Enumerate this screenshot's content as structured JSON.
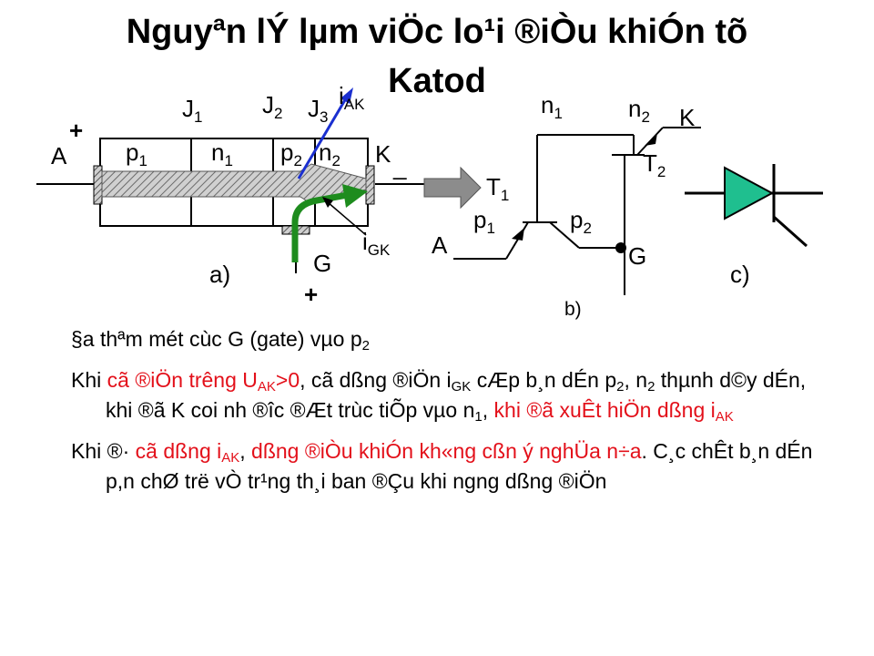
{
  "title": {
    "line1": "Nguyªn lÝ lµm viÖc lo¹i ®iÒu khiÓn tõ",
    "line2": "Katod"
  },
  "diagram_a": {
    "plus_top": "+",
    "A": "A",
    "K": "K",
    "minus": "_",
    "J1": "J",
    "J1_sub": "1",
    "J2": "J",
    "J2_sub": "2",
    "J3": "J",
    "J3_sub": "3",
    "iAK": "i",
    "iAK_sub": "AK",
    "p1": "p",
    "p1_sub": "1",
    "n1": "n",
    "n1_sub": "1",
    "p2": "p",
    "p2_sub": "2",
    "n2": "n",
    "n2_sub": "2",
    "iGK": "i",
    "iGK_sub": "GK",
    "G": "G",
    "plus_bottom": "+",
    "caption": "a)"
  },
  "diagram_b": {
    "n1": "n",
    "n1_sub": "1",
    "n2": "n",
    "n2_sub": "2",
    "K": "K",
    "T1": "T",
    "T1_sub": "1",
    "T2": "T",
    "T2_sub": "2",
    "p1": "p",
    "p1_sub": "1",
    "p2": "p",
    "p2_sub": "2",
    "A": "A",
    "G": "G",
    "caption": "b)"
  },
  "diagram_c": {
    "caption": "c)"
  },
  "colors": {
    "thyristor_green": "#1fbf8f",
    "arrow_green": "#1e8c1e",
    "arrow_blue": "#1a2fd0",
    "highlight_red": "#e3101a",
    "hatch_gray": "#9a9a9a",
    "block_arrow_gray": "#8c8c8c"
  },
  "text": {
    "p1": {
      "a": "§a thªm mét cùc G (gate) vµo p",
      "a_sub": "2"
    },
    "p2": {
      "s1": "Khi ",
      "s2": "cã ®iÖn trêng U",
      "s2_sub": "AK",
      "s3": ">0",
      "s4": ", cã dßng ®iÖn i",
      "s4_sub": "GK",
      "s5": " cÆp b¸n dÉn p",
      "s5_sub": "2",
      "s6": ", n",
      "s6_sub": "2",
      "s7": " thµnh d©y dÉn, khi ®ã K coi nh ®îc ®Æt trùc tiÕp vµo n",
      "s7_sub": "1",
      "s8": ", ",
      "s9": "khi ®ã xuÊt hiÖn dßng i",
      "s9_sub": "AK"
    },
    "p3": {
      "s1": "Khi ®· ",
      "s2": "cã dßng i",
      "s2_sub": "AK",
      "s3": ", ",
      "s4": "dßng ®iÒu khiÓn kh«ng cßn ý nghÜa n÷a",
      "s5": ". C¸c chÊt b¸n dÉn p,n chØ trë vÒ tr¹ng th¸i ban ®Çu khi ngng dßng ®iÖn"
    }
  }
}
